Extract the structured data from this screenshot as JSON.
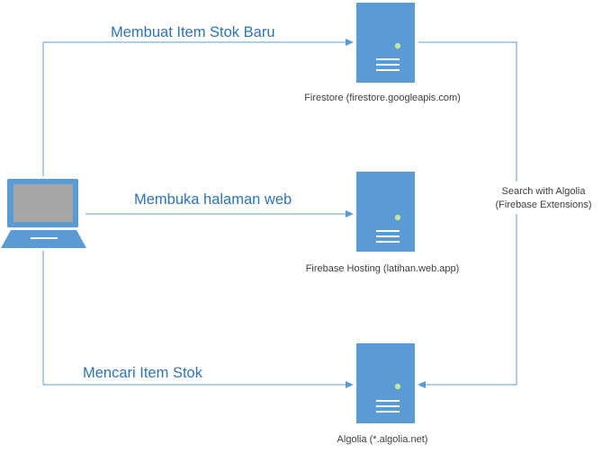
{
  "colors": {
    "server_body": "#5b9bd5",
    "server_led": "#c6e59a",
    "line": "#5b9bd5",
    "laptop_body": "#5b9bd5",
    "laptop_screen": "#a6a6a6",
    "flow_label": "#2e74b5",
    "node_label": "#404040"
  },
  "icons": {
    "client": "laptop-icon",
    "server": "server-icon"
  },
  "flows": {
    "create_item": "Membuat Item Stok Baru",
    "open_web": "Membuka halaman web",
    "search_item": "Mencari Item Stok"
  },
  "servers": {
    "firestore": "Firestore (firestore.googleapis.com)",
    "hosting": "Firebase Hosting (latihan.web.app)",
    "algolia": "Algolia (*.algolia.net)"
  },
  "extension": {
    "line1": "Search with Algolia",
    "line2": "(Firebase Extensions)"
  }
}
